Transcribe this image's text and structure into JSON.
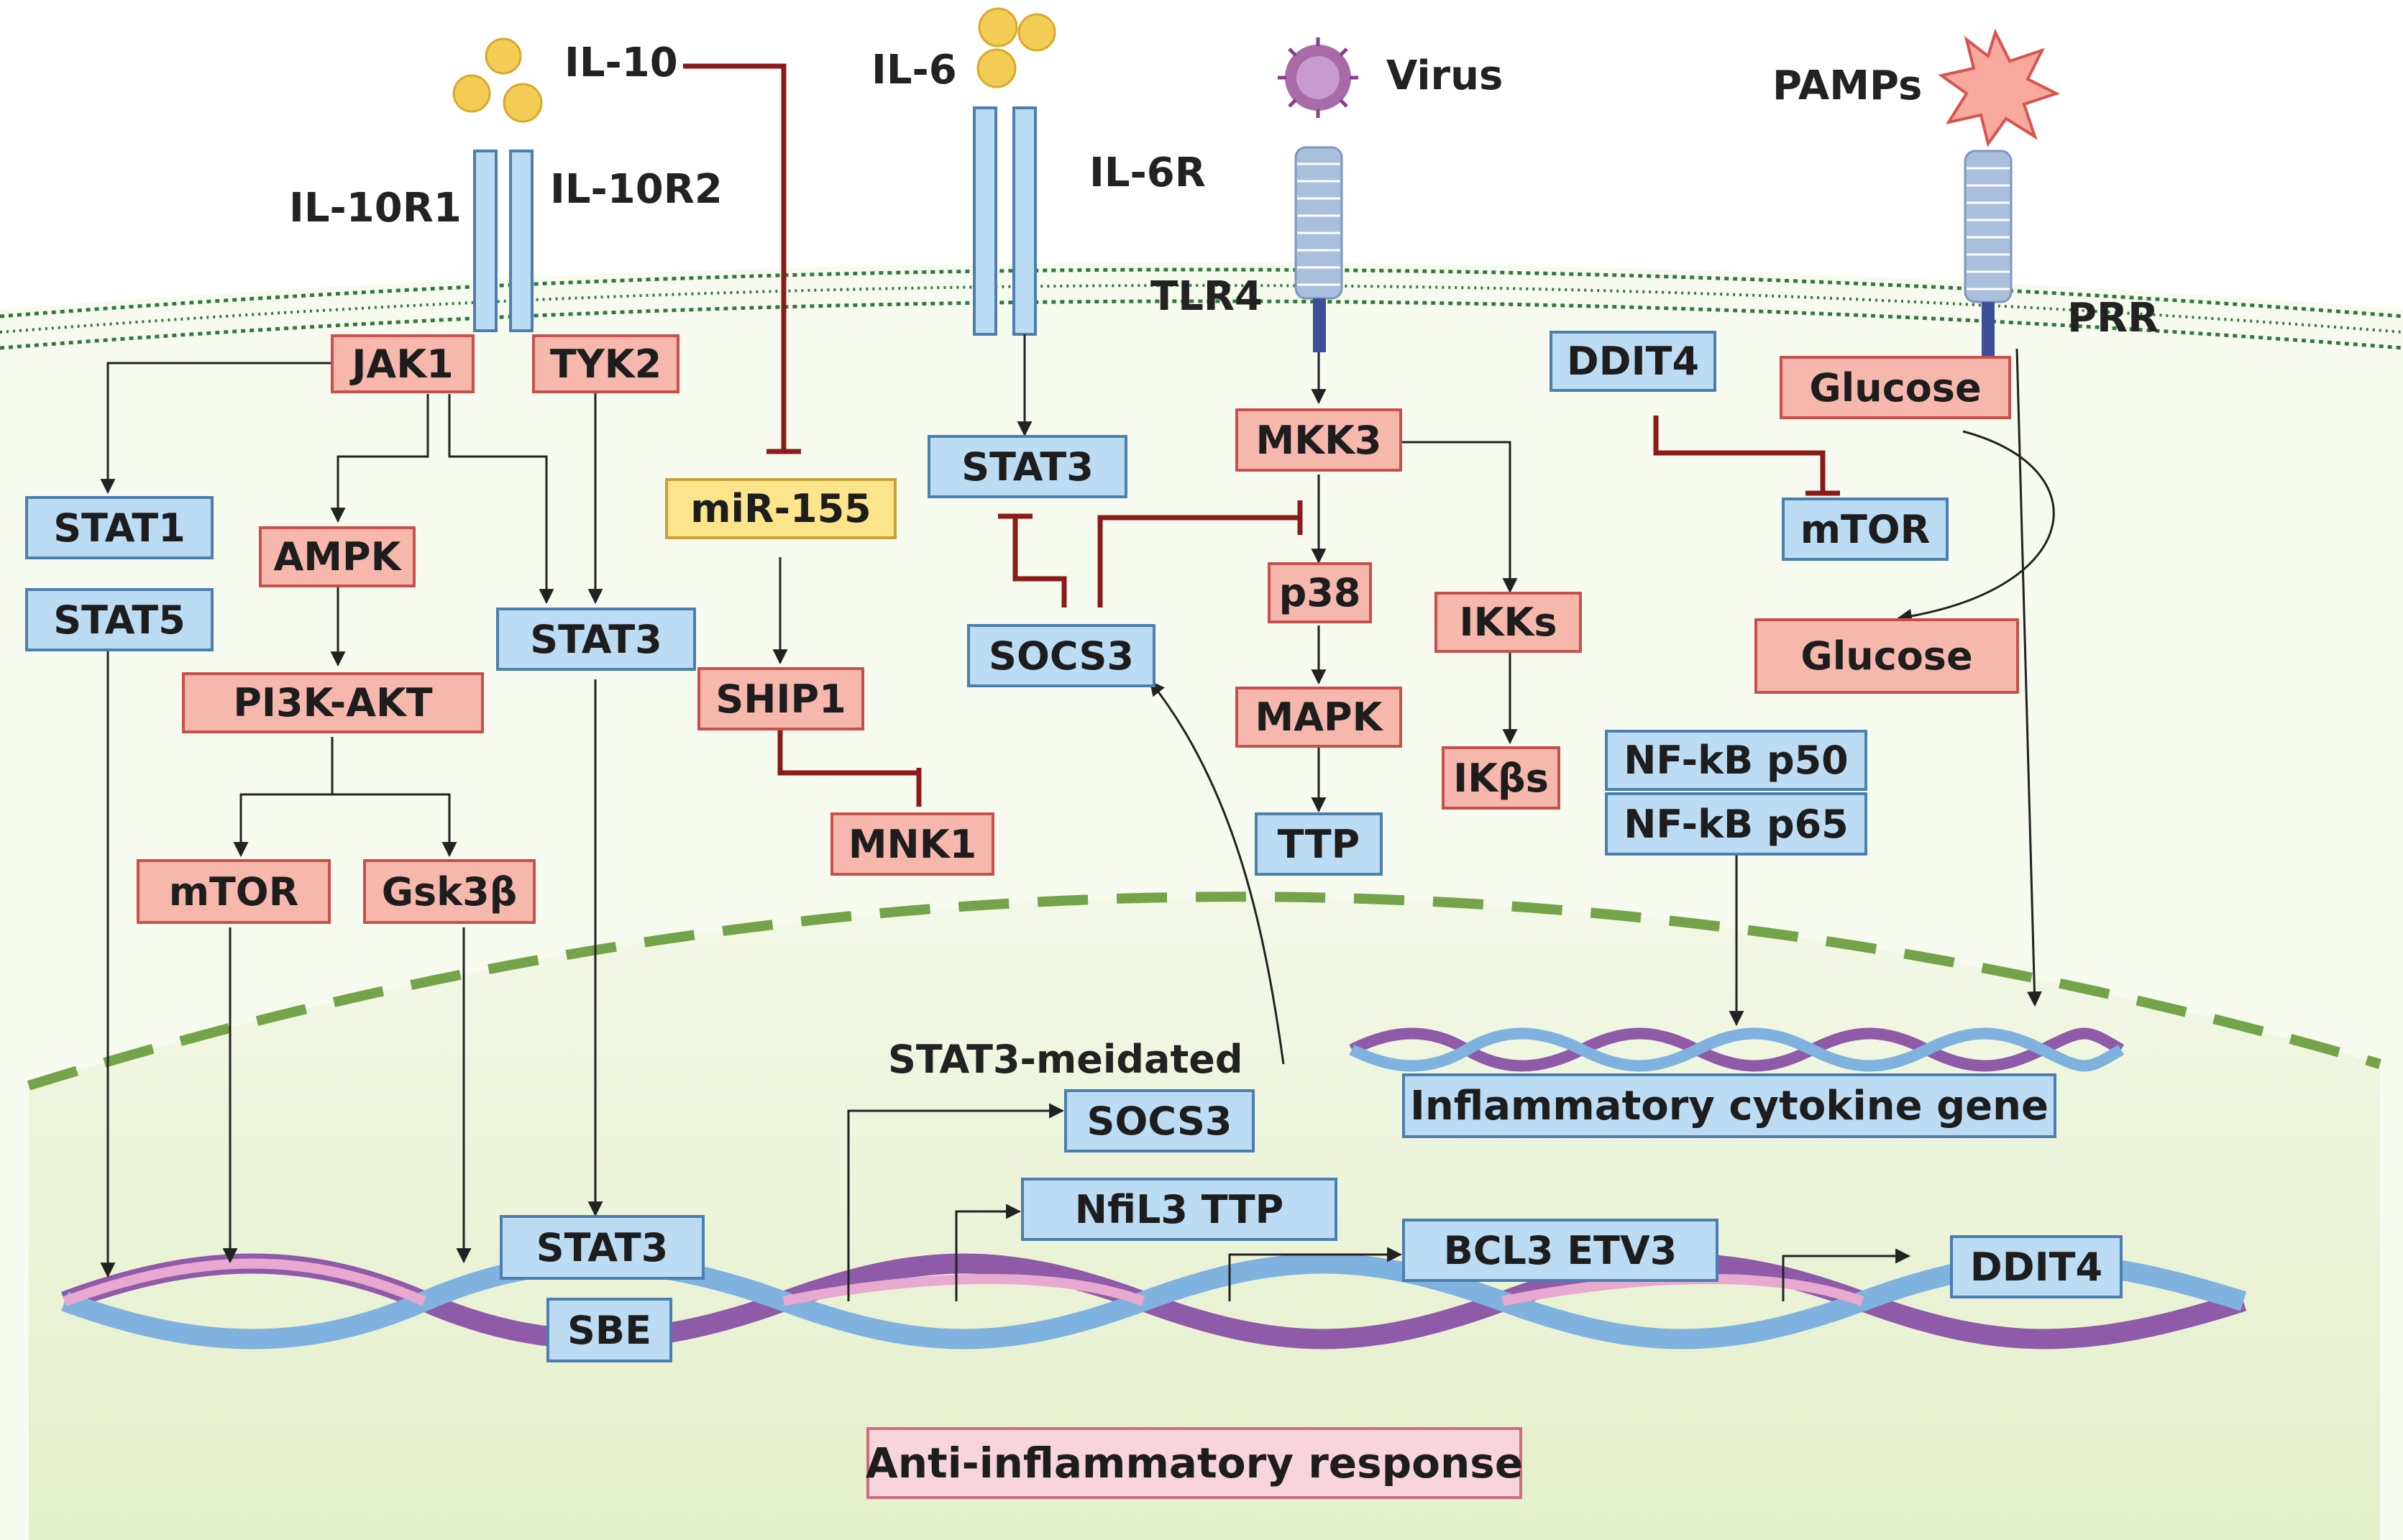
{
  "colors": {
    "blue_fill": "#bcdcf3",
    "blue_border": "#4a7fb0",
    "red_fill": "#f6b7ac",
    "red_border": "#c9504a",
    "yellow_fill": "#fbe48a",
    "yellow_border": "#c9a23a",
    "pink_fill": "#f8d4dc",
    "pink_border": "#cf6b7e",
    "inhibit": "#8b1a1a",
    "membrane": "#2f7a3a",
    "nucleus_fill": "#eef5dc",
    "nucleus_border": "#74a34a"
  },
  "ligands": {
    "il10": "IL-10",
    "il6": "IL-6",
    "virus": "Virus",
    "pamps": "PAMPs"
  },
  "receptors": {
    "il10r1": "IL-10R1",
    "il10r2": "IL-10R2",
    "il6r": "IL-6R",
    "tlr4": "TLR4",
    "prr": "PRR"
  },
  "nodes": {
    "jak1": "JAK1",
    "tyk2": "TYK2",
    "stat1": "STAT1",
    "stat5": "STAT5",
    "ampk": "AMPK",
    "stat3_mid": "STAT3",
    "pi3k_akt": "PI3K-AKT",
    "mtor_left": "mTOR",
    "gsk3b": "Gsk3β",
    "mir155": "miR-155",
    "ship1": "SHIP1",
    "mnk1": "MNK1",
    "stat3_il6": "STAT3",
    "socs3": "SOCS3",
    "mkk3": "MKK3",
    "p38": "p38",
    "mapk": "MAPK",
    "ttp": "TTP",
    "ikks": "IKKs",
    "ikbs": "IKβs",
    "ddit4_cyto": "DDIT4",
    "mtor_right": "mTOR",
    "glucose_top": "Glucose",
    "glucose_bottom": "Glucose",
    "nfkb_p50": "NF-kB p50",
    "nfkb_p65": "NF-kB p65"
  },
  "nucleus": {
    "stat3_mediated": "STAT3-meidated",
    "socs3": "SOCS3",
    "nfil3_ttp": "NfiL3  TTP",
    "bcl3_etv3": "BCL3   ETV3",
    "ddit4": "DDIT4",
    "stat3": "STAT3",
    "sbe": "SBE",
    "inflammatory_gene": "Inflammatory cytokine gene",
    "anti_inflammatory": "Anti-inflammatory response"
  }
}
